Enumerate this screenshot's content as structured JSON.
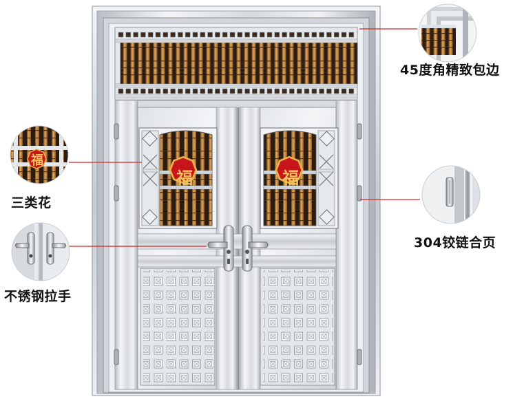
{
  "product": {
    "type": "stainless steel double door",
    "fu_character": "福",
    "colors": {
      "steel_light": "#e9ecef",
      "steel_mid": "#c9cdd2",
      "steel_dark": "#8d9298",
      "bar_gold": "#d19a52",
      "bar_dark": "#3b2617",
      "fu_red": "#c8151b",
      "fu_gold": "#e8b24a"
    }
  },
  "callouts": {
    "bevel_edge": {
      "label": "45度角精致包边",
      "icon": "corner-edge-detail"
    },
    "flower": {
      "label": "三类花",
      "icon": "fu-grille-detail"
    },
    "handle": {
      "label": "不锈钢拉手",
      "icon": "handle-detail"
    },
    "hinge": {
      "label": "304铰链合页",
      "icon": "hinge-detail"
    }
  }
}
